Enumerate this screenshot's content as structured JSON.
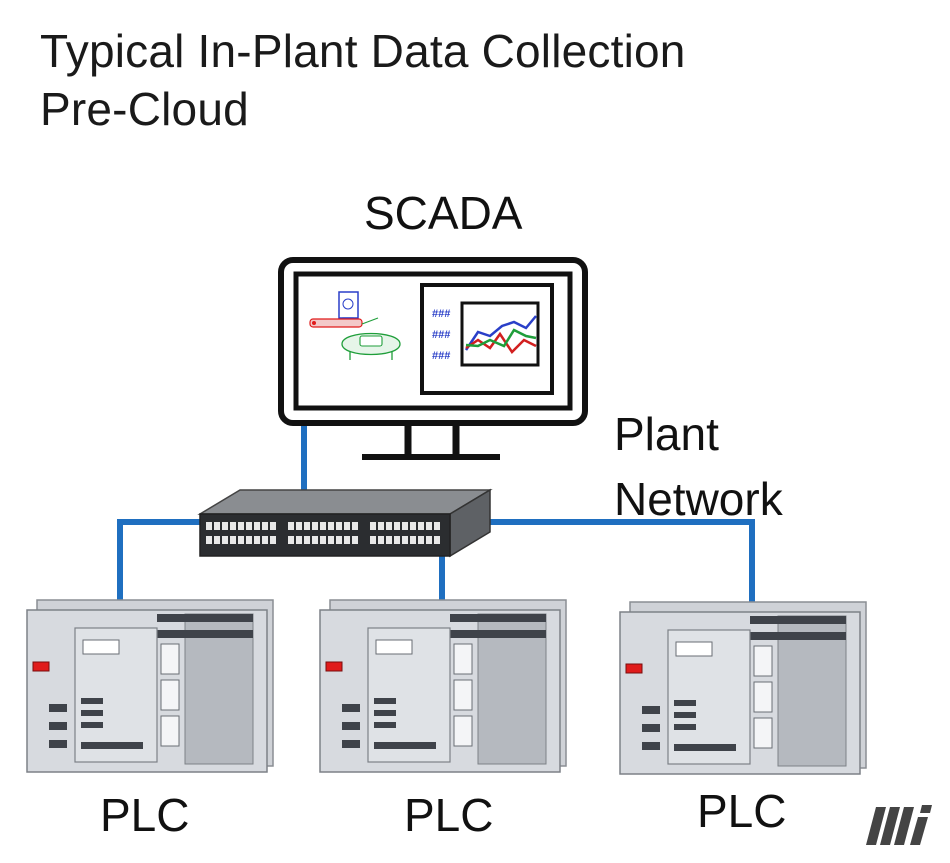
{
  "title": {
    "line1": "Typical In-Plant Data Collection",
    "line2": "Pre-Cloud"
  },
  "scada": {
    "label": "SCADA",
    "readouts": [
      "###",
      "###",
      "###"
    ]
  },
  "network": {
    "line1": "Plant",
    "line2": "Network"
  },
  "plcs": [
    {
      "label": "PLC"
    },
    {
      "label": "PLC"
    },
    {
      "label": "PLC"
    }
  ],
  "logo": {
    "text": "MI"
  },
  "colors": {
    "network_line": "#1f6fc0",
    "monitor": "#111111",
    "plc_body": "#d7dadf",
    "plc_dark": "#3f434a",
    "indicator_red": "#e01b1b",
    "trend_blue": "#2a3fc8",
    "trend_red": "#d21f1f",
    "trend_green": "#1f9e3a"
  }
}
